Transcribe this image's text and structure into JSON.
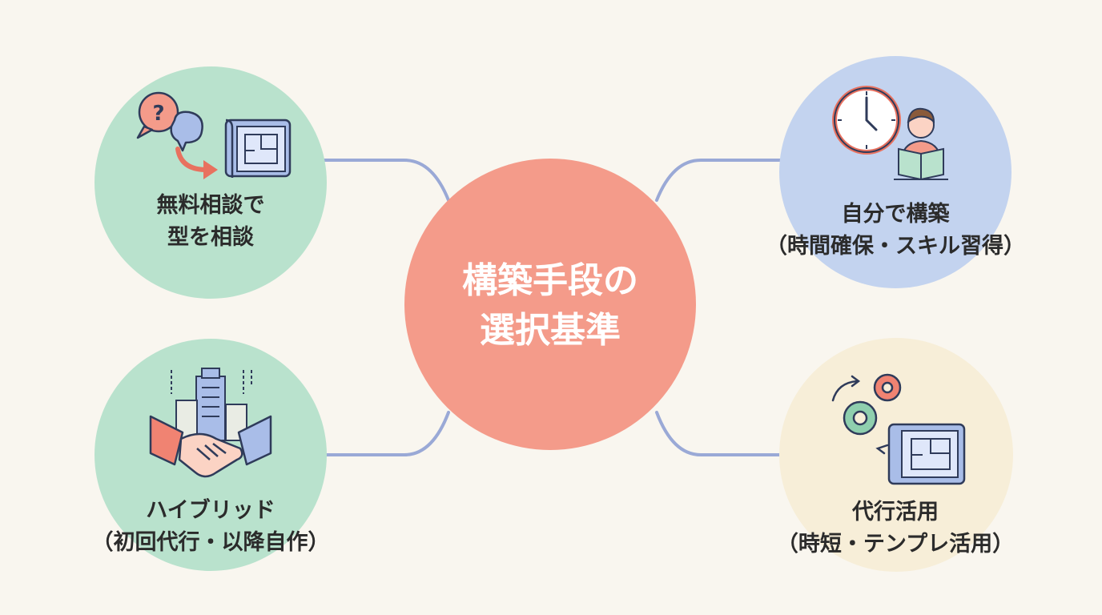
{
  "center": {
    "line1": "構築手段の",
    "line2": "選択基準"
  },
  "nodes": {
    "top_left": {
      "line1": "無料相談で",
      "line2": "型を相談"
    },
    "bottom_left": {
      "line1": "ハイブリッド",
      "line2": "（初回代行・以降自作）"
    },
    "top_right": {
      "line1": "自分で構築",
      "line2": "（時間確保・スキル習得）"
    },
    "bottom_right": {
      "line1": "代行活用",
      "line2": "（時短・テンプレ活用）"
    }
  },
  "icons": {
    "top_left": [
      "question-bubble-icon",
      "chat-bubble-icon",
      "arrow-icon",
      "blueprint-icon"
    ],
    "bottom_left": [
      "buildings-icon",
      "handshake-icon"
    ],
    "top_right": [
      "clock-icon",
      "person-reading-icon"
    ],
    "bottom_right": [
      "gears-icon",
      "blueprint-icon"
    ]
  },
  "colors": {
    "background": "#f9f6ef",
    "center": "#f49b8a",
    "green_nodes": "#b9e2cd",
    "blue_node": "#c3d3ef",
    "cream_node": "#f7eed8",
    "connector": "#9aa9d6"
  }
}
